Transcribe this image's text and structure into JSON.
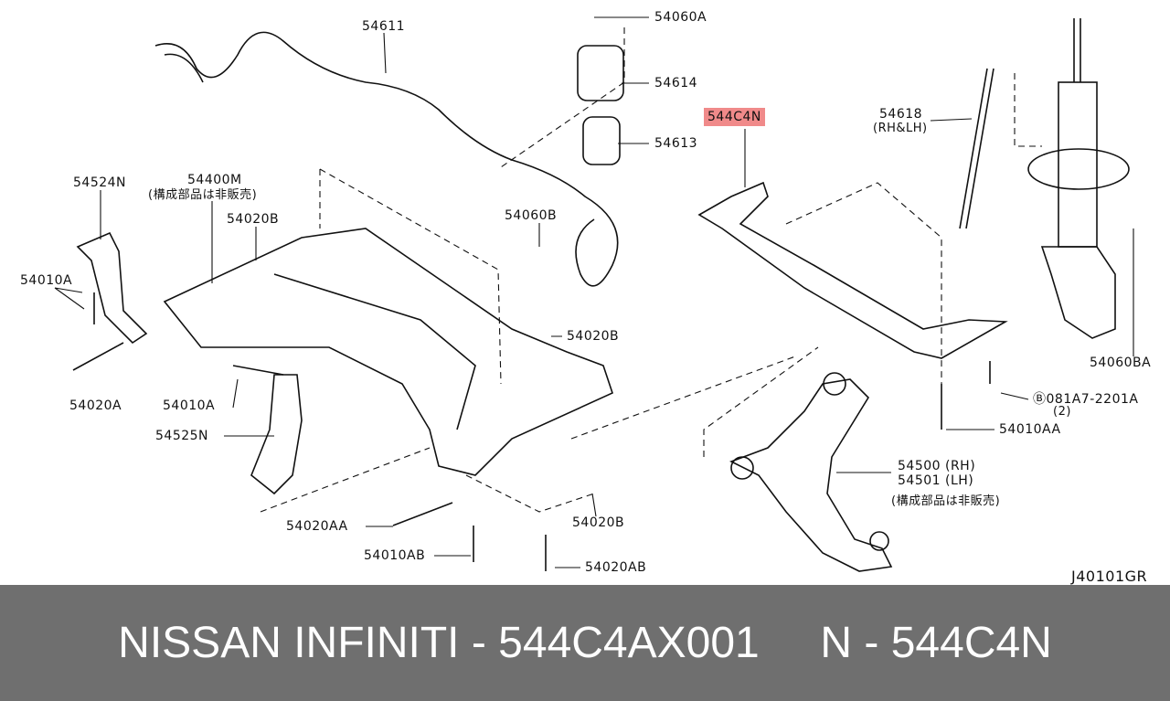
{
  "labels": {
    "p54611": "54611",
    "p54060A": "54060A",
    "p54614": "54614",
    "p54613": "54613",
    "p544C4N": "544C4N",
    "p54618": "54618",
    "p54618_note": "(RH&LH)",
    "p54524N": "54524N",
    "p54400M": "54400M",
    "p54400M_note": "(構成部品は非販売)",
    "p54020B_a": "54020B",
    "p54060B": "54060B",
    "p54010A_a": "54010A",
    "p54020B_b": "54020B",
    "p54020A": "54020A",
    "p54010A_b": "54010A",
    "p54525N": "54525N",
    "p54060BA": "54060BA",
    "p081A7": "Ⓑ081A7-2201A",
    "p081A7_qty": "(2)",
    "p54010AA": "54010AA",
    "p54500": "54500 (RH)",
    "p54501": "54501 (LH)",
    "p54500_note": "(構成部品は非販売)",
    "p54020AA": "54020AA",
    "p54020B_c": "54020B",
    "p54010AB": "54010AB",
    "p54020AB": "54020AB",
    "diagram_code": "J40101GR"
  },
  "highlight_color": "#f08a8a",
  "footer": {
    "text": "NISSAN INFINITI - 544C4AX001     N - 544C4N"
  }
}
